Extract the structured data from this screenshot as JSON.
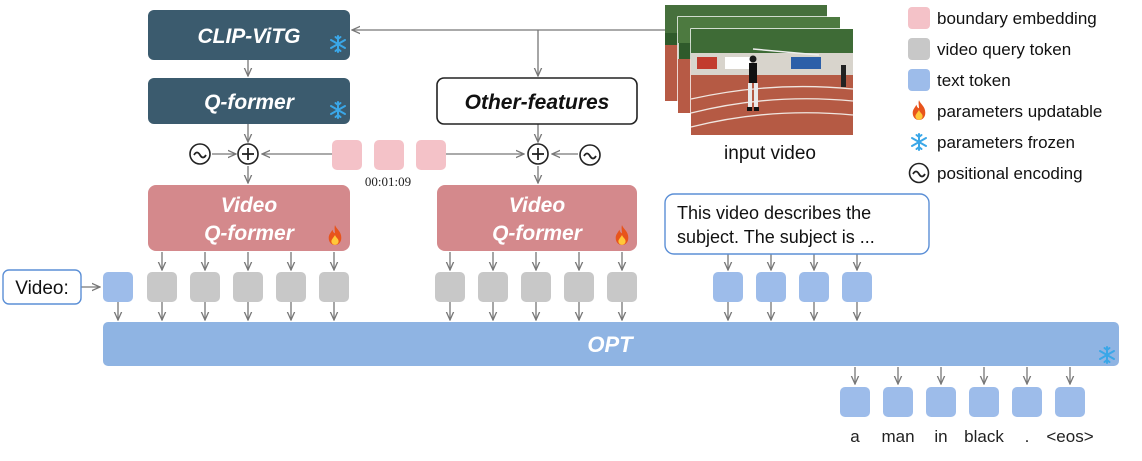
{
  "modules": {
    "clip_vitg": "CLIP-ViTG",
    "qformer": "Q-former",
    "other_features": "Other-features",
    "video_qformer_left_line1": "Video",
    "video_qformer_left_line2": "Q-former",
    "video_qformer_right_line1": "Video",
    "video_qformer_right_line2": "Q-former",
    "opt": "OPT"
  },
  "input_video_label": "input video",
  "timestamp": "00:01:09",
  "video_prompt": "Video:",
  "text_prompt_line1": "This video describes the",
  "text_prompt_line2": "subject. The subject is ...",
  "output_tokens": [
    "a",
    "man",
    "in",
    "black",
    ".",
    "<eos>"
  ],
  "legend": [
    {
      "label": "boundary embedding",
      "swatch": "#f4c2c8"
    },
    {
      "label": "video query token",
      "swatch": "#c8c8c8"
    },
    {
      "label": "text token",
      "swatch": "#9dbcea"
    },
    {
      "label": "parameters updatable",
      "icon": "fire-icon"
    },
    {
      "label": "parameters frozen",
      "icon": "snowflake-icon"
    },
    {
      "label": "positional encoding",
      "icon": "tilde-circle-icon"
    }
  ],
  "colors": {
    "frozen_module": "#3b5b6e",
    "trainable_module": "#d4898c",
    "opt": "#8fb4e3",
    "boundary": "#f4c2c8",
    "query_token": "#c8c8c8",
    "text_token": "#9dbcea",
    "snowflake": "#3aa7e8"
  }
}
